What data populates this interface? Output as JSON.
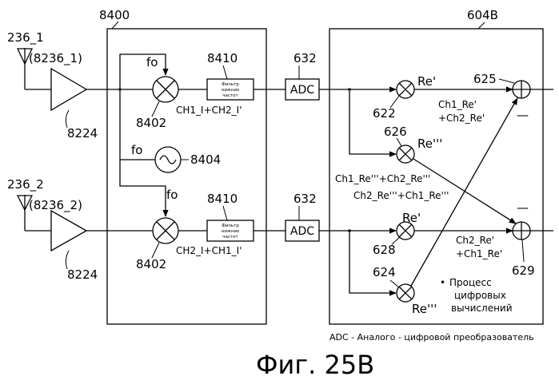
{
  "labels": {
    "ant1": "236_1",
    "ant1_ref": "(8236_1)",
    "ant2": "236_2",
    "ant2_ref": "(8236_2)",
    "amp1": "8224",
    "amp2": "8224",
    "block_8400": "8400",
    "block_604b": "604B",
    "fo_top": "fo",
    "fo_osc": "fo",
    "fo_bottom": "fo",
    "osc": "8404",
    "mixer1": "8402",
    "mixer2": "8402",
    "filter1_num": "8410",
    "filter2_num": "8410",
    "filter1_text1": "Фильтр",
    "filter1_text2": "нижних",
    "filter1_text3": "частот",
    "filter2_text1": "Фильтр",
    "filter2_text2": "нижних",
    "filter2_text3": "частот",
    "ch1": "CH1_I+CH2_I'",
    "ch2": "CH2_I+CH1_I'",
    "adc1_num": "632",
    "adc2_num": "632",
    "adc1": "ADC",
    "adc2": "ADC",
    "m622": "622",
    "m626": "626",
    "m628": "628",
    "m624": "624",
    "re_622": "Re'",
    "re_626": "Re'''",
    "re_628": "Re'",
    "re_624": "Re'''",
    "s625": "625",
    "s629": "629",
    "out1_a": "Ch1_Re'",
    "out1_b": "+Ch2_Re'",
    "mid_a": "Ch1_Re'''+Ch2_Re'''",
    "mid_b": "Ch2_Re'''+Ch1_Re'''",
    "out2_a": "Ch2_Re'",
    "out2_b": "+Ch1_Re'",
    "minus1": "—",
    "minus2": "—",
    "proc_bullet": "•",
    "proc1": "Процесс",
    "proc2": "цифровых",
    "proc3": "вычислений",
    "legend": "ADC - Аналого - цифровой преобразователь",
    "title": "Фиг. 25B"
  }
}
